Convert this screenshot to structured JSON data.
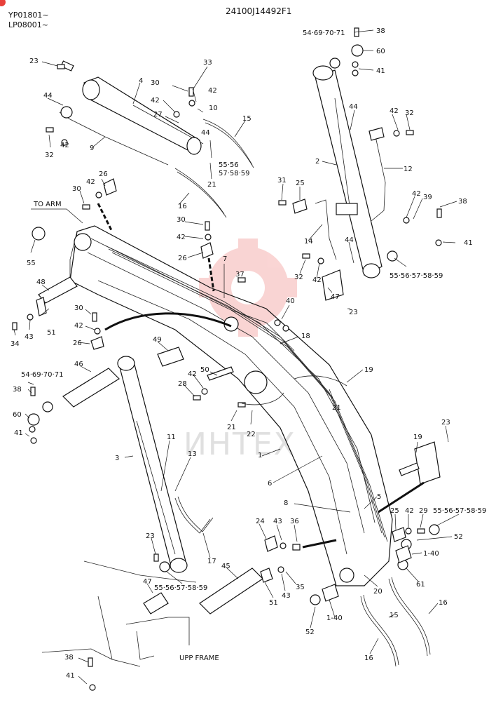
{
  "header": {
    "serial_1": "YP01801~",
    "serial_2": "LP08001~",
    "drawing_number": "24100J14492F1"
  },
  "watermark": {
    "text": "ИНТЕХ",
    "color": "#e8403a"
  },
  "notes": {
    "to_arm": "TO ARM",
    "upp_frame": "UPP FRAME"
  },
  "callouts": [
    {
      "id": "c-23a",
      "text": "23"
    },
    {
      "id": "c-4",
      "text": "4"
    },
    {
      "id": "c-33",
      "text": "33"
    },
    {
      "id": "c-44a",
      "text": "44"
    },
    {
      "id": "c-30a",
      "text": "30"
    },
    {
      "id": "c-42a",
      "text": "42"
    },
    {
      "id": "c-42b",
      "text": "42"
    },
    {
      "id": "c-10",
      "text": "10"
    },
    {
      "id": "c-27",
      "text": "27"
    },
    {
      "id": "c-44b",
      "text": "44"
    },
    {
      "id": "c-15a",
      "text": "15"
    },
    {
      "id": "c-9",
      "text": "9"
    },
    {
      "id": "c-32a",
      "text": "32"
    },
    {
      "id": "c-42c",
      "text": "42"
    },
    {
      "id": "c-5556a",
      "text": "55·56"
    },
    {
      "id": "c-575859a",
      "text": "57·58·59"
    },
    {
      "id": "c-21a",
      "text": "21"
    },
    {
      "id": "c-26a",
      "text": "26"
    },
    {
      "id": "c-42d",
      "text": "42"
    },
    {
      "id": "c-30b",
      "text": "30"
    },
    {
      "id": "c-16a",
      "text": "16"
    },
    {
      "id": "c-30c",
      "text": "30"
    },
    {
      "id": "c-42e",
      "text": "42"
    },
    {
      "id": "c-26b",
      "text": "26"
    },
    {
      "id": "c-55a",
      "text": "55"
    },
    {
      "id": "c-7",
      "text": "7"
    },
    {
      "id": "c-37",
      "text": "37"
    },
    {
      "id": "c-48",
      "text": "48"
    },
    {
      "id": "c-30d",
      "text": "30"
    },
    {
      "id": "c-42f",
      "text": "42"
    },
    {
      "id": "c-26c",
      "text": "26"
    },
    {
      "id": "c-34",
      "text": "34"
    },
    {
      "id": "c-43a",
      "text": "43"
    },
    {
      "id": "c-51a",
      "text": "51"
    },
    {
      "id": "c-49",
      "text": "49"
    },
    {
      "id": "c-46",
      "text": "46"
    },
    {
      "id": "c-54a",
      "text": "54·69·70·71"
    },
    {
      "id": "c-38a",
      "text": "38"
    },
    {
      "id": "c-60a",
      "text": "60"
    },
    {
      "id": "c-41a",
      "text": "41"
    },
    {
      "id": "c-3",
      "text": "3"
    },
    {
      "id": "c-11",
      "text": "11"
    },
    {
      "id": "c-13",
      "text": "13"
    },
    {
      "id": "c-28",
      "text": "28"
    },
    {
      "id": "c-42g",
      "text": "42"
    },
    {
      "id": "c-50",
      "text": "50"
    },
    {
      "id": "c-21b",
      "text": "21"
    },
    {
      "id": "c-22",
      "text": "22"
    },
    {
      "id": "c-23b",
      "text": "23"
    },
    {
      "id": "c-17",
      "text": "17"
    },
    {
      "id": "c-47a",
      "text": "47"
    },
    {
      "id": "c-5556b",
      "text": "55·56·57·58·59"
    },
    {
      "id": "c-45",
      "text": "45"
    },
    {
      "id": "c-38b",
      "text": "38"
    },
    {
      "id": "c-41b",
      "text": "41"
    },
    {
      "id": "c-54b",
      "text": "54·69·70·71"
    },
    {
      "id": "c-38c",
      "text": "38"
    },
    {
      "id": "c-60b",
      "text": "60"
    },
    {
      "id": "c-41c",
      "text": "41"
    },
    {
      "id": "c-2",
      "text": "2"
    },
    {
      "id": "c-44c",
      "text": "44"
    },
    {
      "id": "c-42h",
      "text": "42"
    },
    {
      "id": "c-32b",
      "text": "32"
    },
    {
      "id": "c-12",
      "text": "12"
    },
    {
      "id": "c-31",
      "text": "31"
    },
    {
      "id": "c-25a",
      "text": "25"
    },
    {
      "id": "c-42i",
      "text": "42"
    },
    {
      "id": "c-39",
      "text": "39"
    },
    {
      "id": "c-38d",
      "text": "38"
    },
    {
      "id": "c-14",
      "text": "14"
    },
    {
      "id": "c-44d",
      "text": "44"
    },
    {
      "id": "c-41d",
      "text": "41"
    },
    {
      "id": "c-32c",
      "text": "32"
    },
    {
      "id": "c-42j",
      "text": "42"
    },
    {
      "id": "c-5556c",
      "text": "55·56·57·58·59"
    },
    {
      "id": "c-47b",
      "text": "47"
    },
    {
      "id": "c-23c",
      "text": "23"
    },
    {
      "id": "c-40a",
      "text": "40"
    },
    {
      "id": "c-18",
      "text": "18"
    },
    {
      "id": "c-19a",
      "text": "19"
    },
    {
      "id": "c-21c",
      "text": "21"
    },
    {
      "id": "c-1a",
      "text": "1"
    },
    {
      "id": "c-6",
      "text": "6"
    },
    {
      "id": "c-19b",
      "text": "19"
    },
    {
      "id": "c-23d",
      "text": "23"
    },
    {
      "id": "c-8",
      "text": "8"
    },
    {
      "id": "c-5",
      "text": "5"
    },
    {
      "id": "c-25b",
      "text": "25"
    },
    {
      "id": "c-42k",
      "text": "42"
    },
    {
      "id": "c-29",
      "text": "29"
    },
    {
      "id": "c-5556d",
      "text": "55·56·57·58·59"
    },
    {
      "id": "c-24",
      "text": "24"
    },
    {
      "id": "c-43b",
      "text": "43"
    },
    {
      "id": "c-36",
      "text": "36"
    },
    {
      "id": "c-52a",
      "text": "52"
    },
    {
      "id": "c-140a",
      "text": "1-40"
    },
    {
      "id": "c-35",
      "text": "35"
    },
    {
      "id": "c-43c",
      "text": "43"
    },
    {
      "id": "c-51b",
      "text": "51"
    },
    {
      "id": "c-20",
      "text": "20"
    },
    {
      "id": "c-61",
      "text": "61"
    },
    {
      "id": "c-16b",
      "text": "16"
    },
    {
      "id": "c-15b",
      "text": "15"
    },
    {
      "id": "c-140b",
      "text": "1-40"
    },
    {
      "id": "c-52b",
      "text": "52"
    },
    {
      "id": "c-16c",
      "text": "16"
    }
  ]
}
